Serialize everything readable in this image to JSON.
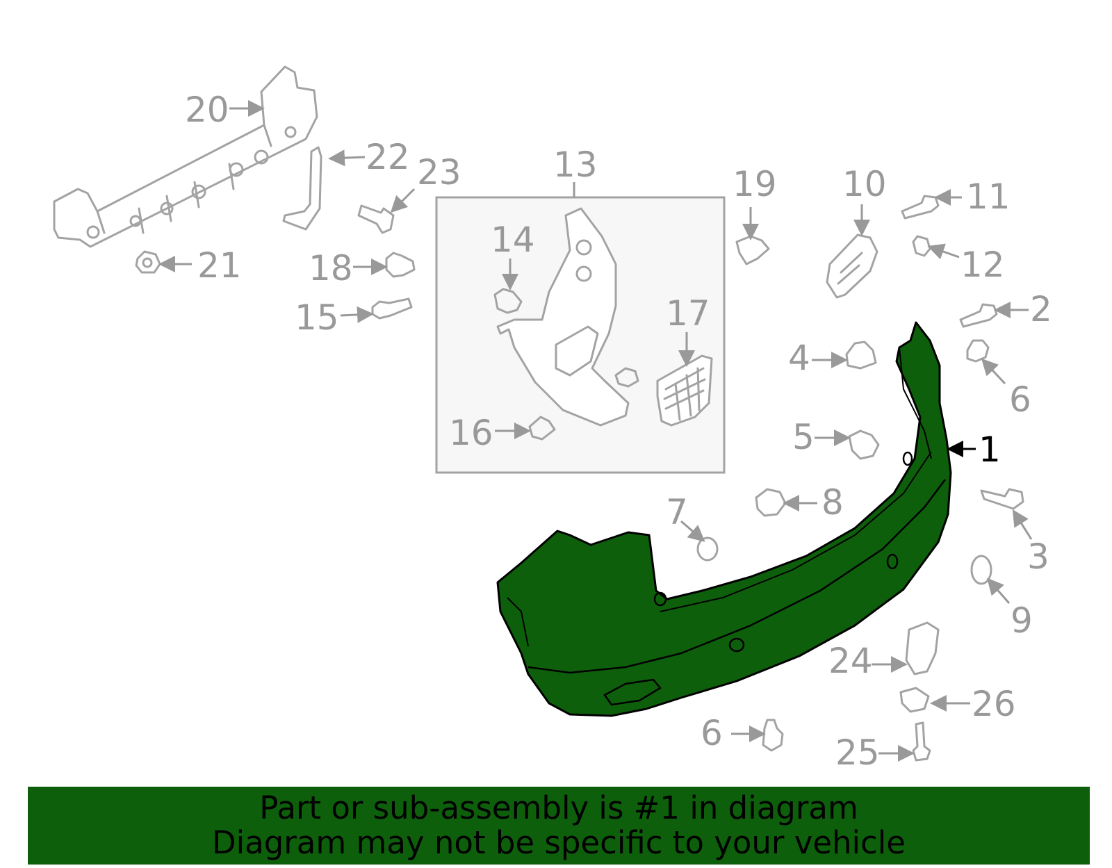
{
  "diagram": {
    "highlight_color": "#0e5f0b",
    "callout_color": "#999999",
    "callouts": [
      "20",
      "22",
      "23",
      "21",
      "18",
      "15",
      "13",
      "14",
      "16",
      "17",
      "19",
      "10",
      "11",
      "12",
      "2",
      "4",
      "6",
      "5",
      "1",
      "8",
      "7",
      "3",
      "9",
      "24",
      "26",
      "6",
      "25"
    ]
  },
  "banner": {
    "line1": "Part or sub-assembly is #1 in diagram",
    "line2": "Diagram may not be specific to your vehicle"
  }
}
